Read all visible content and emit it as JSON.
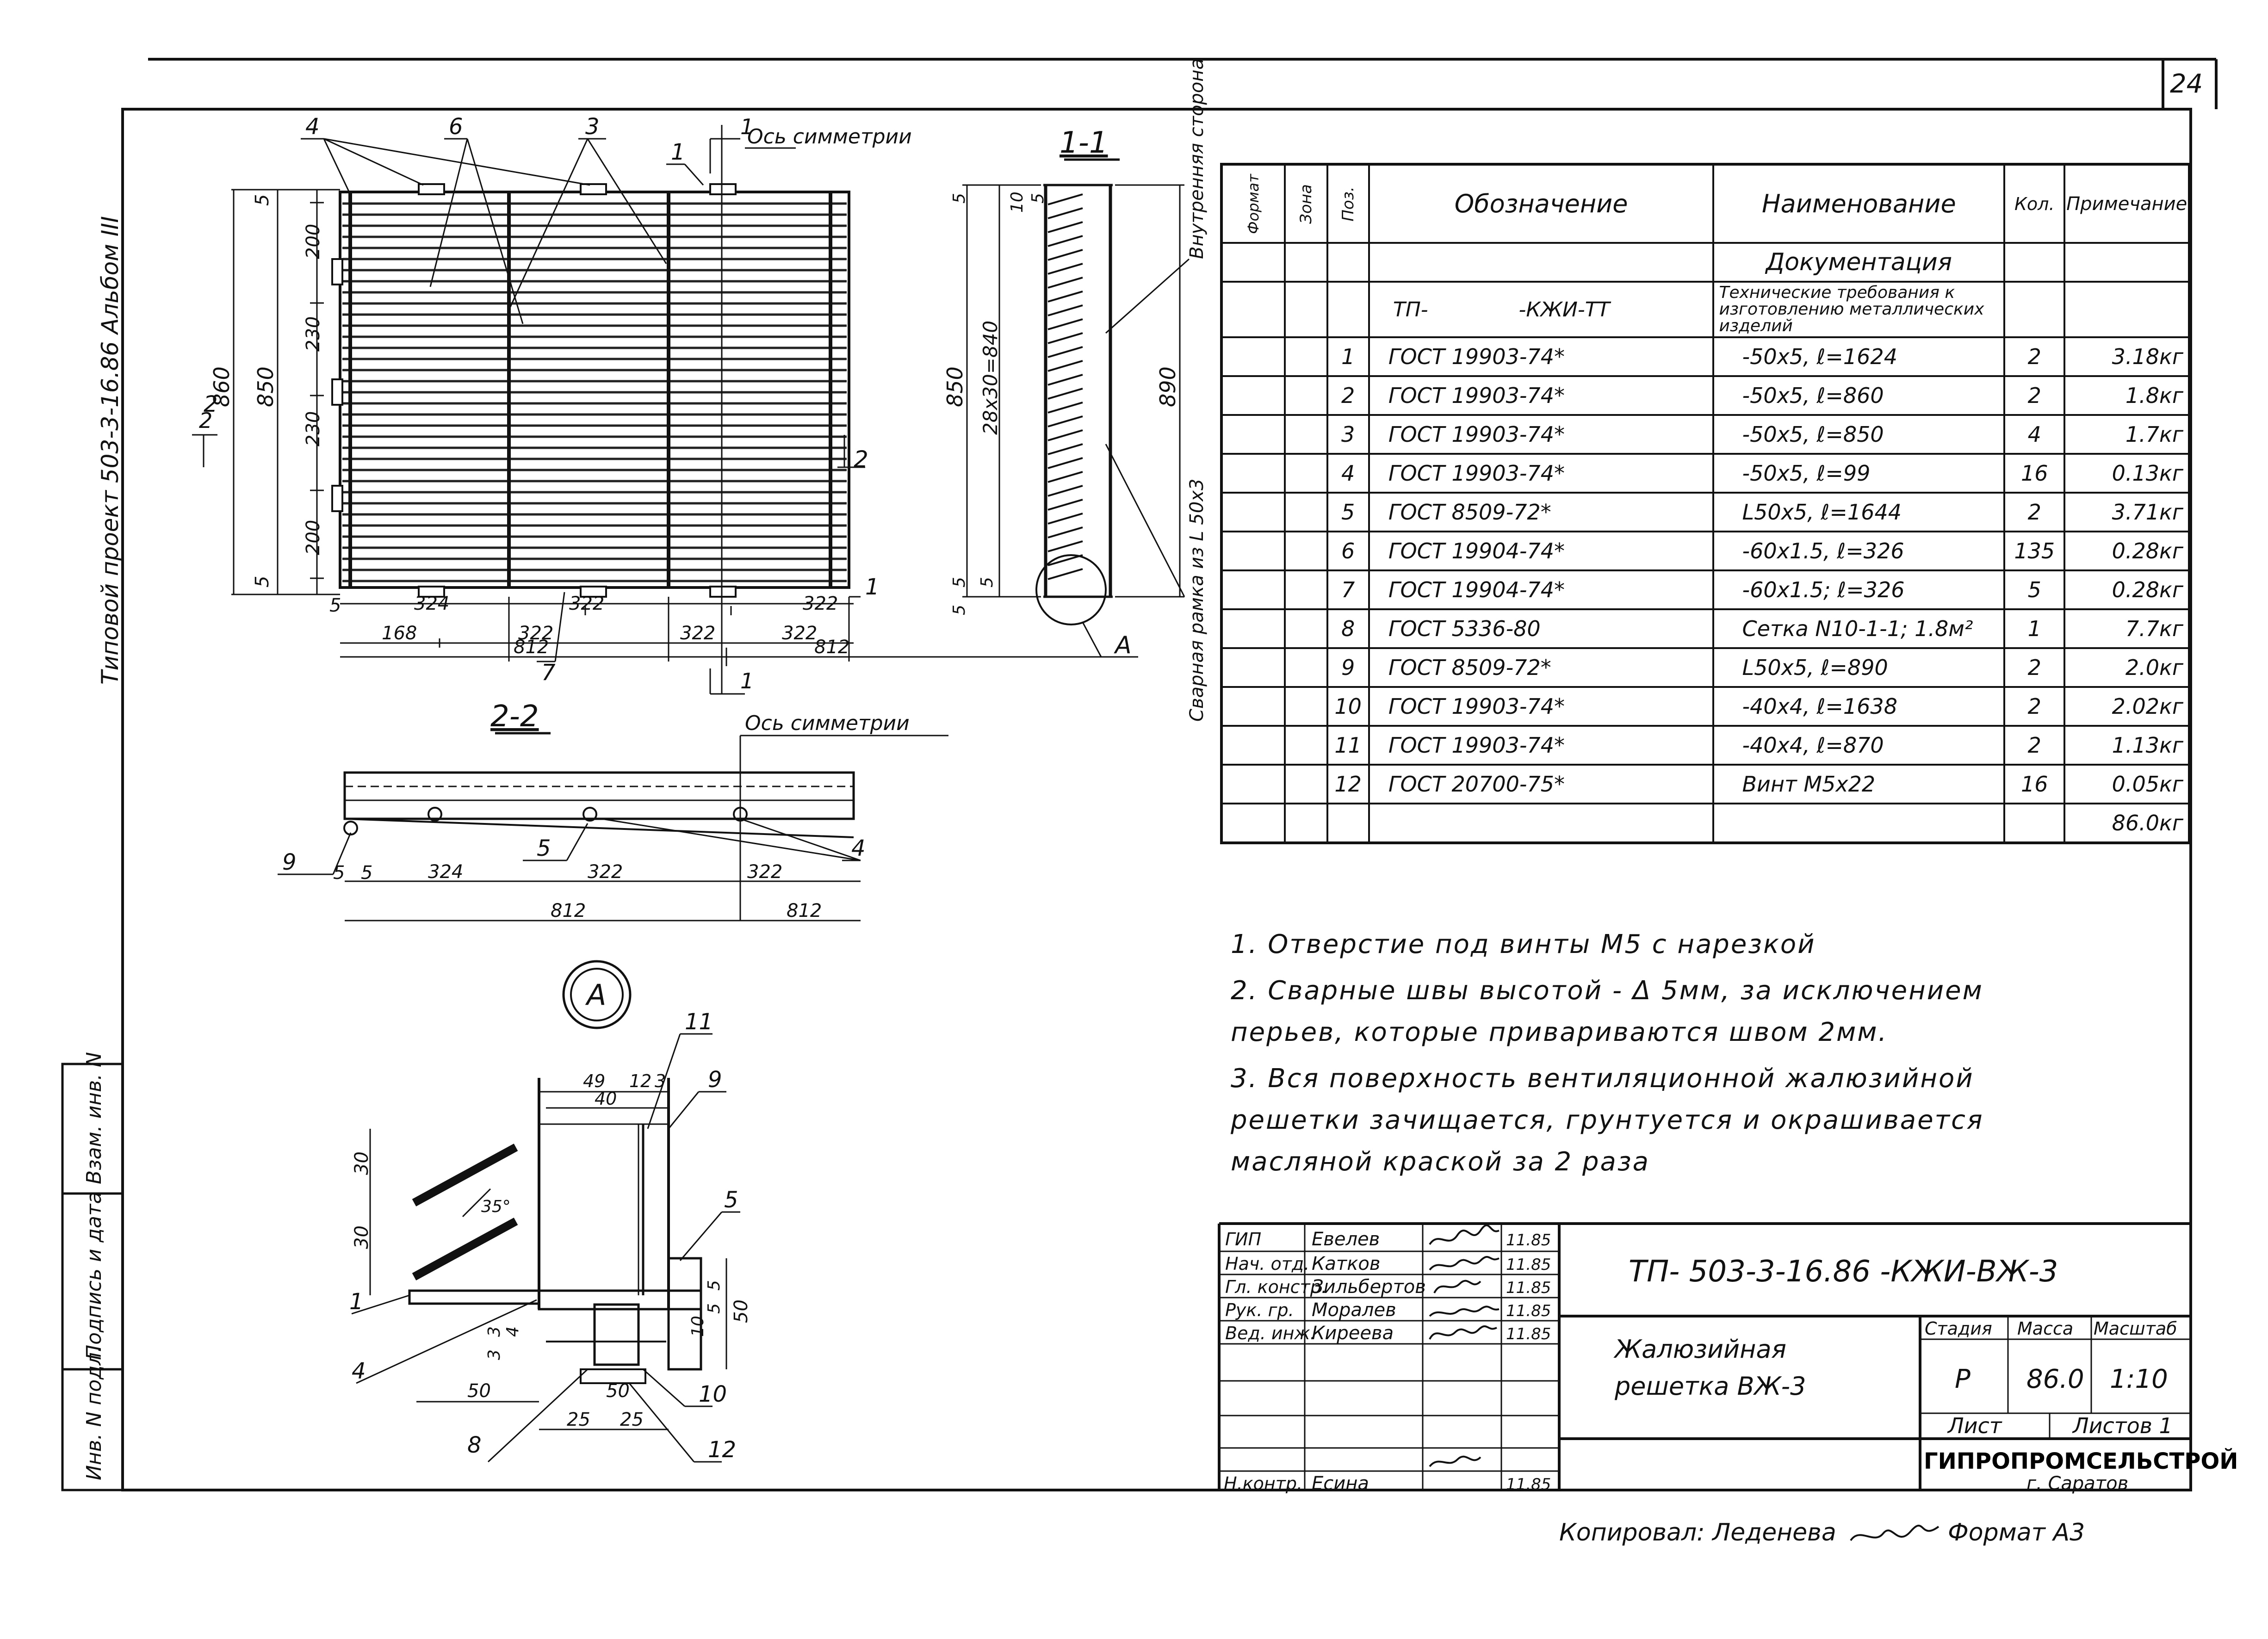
{
  "page_number": "24",
  "left_margin": {
    "vertical_top": "Типовой проект 503-3-16.86 Альбом III",
    "inv_no_orig": "Инв. N подл.",
    "sign_date": "Подпись и дата",
    "replace_inv": "Взам. инв. N"
  },
  "views": {
    "section_1_1": "1-1",
    "section_2_2": "2-2",
    "node_a": "А",
    "node_a_label": "А",
    "symmetry_axis_top": "Ось симметрии",
    "symmetry_axis_mid": "Ось симметрии",
    "cut_mark_1": "1",
    "cut_mark_2": "2",
    "inner_side": "Внутренняя сторона",
    "welded_frame": "Сварная рамка из L 50х3"
  },
  "front_dims": {
    "d5a": "5",
    "d200a": "200",
    "d230a": "230",
    "d230b": "230",
    "d200b": "200",
    "d5b": "5",
    "d860": "860",
    "d850": "850",
    "d5c": "5",
    "d324": "324",
    "d322a": "322",
    "d322b": "322",
    "d168": "168",
    "d322c": "322",
    "d322d": "322",
    "d322e": "322",
    "d812a": "812",
    "d812b": "812"
  },
  "callouts": {
    "c4": "4",
    "c6": "6",
    "c3": "3",
    "c1top": "1",
    "c2": "2",
    "c1": "1",
    "c7": "7",
    "s_c9": "9",
    "s_c5": "5",
    "s_c4": "4",
    "a_c11": "11",
    "a_c9": "9",
    "a_c5": "5",
    "a_c1": "1",
    "a_c4": "4",
    "a_c8": "8",
    "a_c10": "10",
    "a_c12": "12"
  },
  "section_dims": {
    "s5": "5",
    "s5b": "5",
    "s10": "10",
    "s28": "28х30=840",
    "s850": "850",
    "s890": "890",
    "s5c": "5",
    "s5d": "5",
    "s5e": "5"
  },
  "s22_dims": {
    "d5a": "5",
    "d5b": "5",
    "d324": "324",
    "d322": "322",
    "d322b": "322",
    "d812a": "812",
    "d812b": "812"
  },
  "node_dims": {
    "d49": "49",
    "d12": "12",
    "d3": "3",
    "d40": "40",
    "d30a": "30",
    "d35": "35°",
    "d30b": "30",
    "d5": "5",
    "d5b": "5",
    "d50v": "50",
    "d3a": "3",
    "d3b": "3",
    "d4": "4",
    "d10": "10",
    "d50a": "50",
    "d50b": "50",
    "d25a": "25",
    "d25b": "25"
  },
  "spec": {
    "headers": [
      "Формат",
      "Зона",
      "Поз.",
      "Обозначение",
      "Наименование",
      "Кол.",
      "Примечание"
    ],
    "section_title": "Документация",
    "doc_row": {
      "designation": "ТП-              -КЖИ-ТТ",
      "name": "Технические требования к изготовлению металлических изделий"
    },
    "rows": [
      {
        "pos": "1",
        "designation": "ГОСТ 19903-74*",
        "name": "-50х5,  ℓ=1624",
        "qty": "2",
        "note": "3.18кг"
      },
      {
        "pos": "2",
        "designation": "ГОСТ 19903-74*",
        "name": "-50х5,  ℓ=860",
        "qty": "2",
        "note": "1.8кг"
      },
      {
        "pos": "3",
        "designation": "ГОСТ 19903-74*",
        "name": "-50х5,  ℓ=850",
        "qty": "4",
        "note": "1.7кг"
      },
      {
        "pos": "4",
        "designation": "ГОСТ 19903-74*",
        "name": "-50х5,  ℓ=99",
        "qty": "16",
        "note": "0.13кг"
      },
      {
        "pos": "5",
        "designation": "ГОСТ 8509-72*",
        "name": "L50х5,  ℓ=1644",
        "qty": "2",
        "note": "3.71кг"
      },
      {
        "pos": "6",
        "designation": "ГОСТ 19904-74*",
        "name": "-60х1.5,  ℓ=326",
        "qty": "135",
        "note": "0.28кг"
      },
      {
        "pos": "7",
        "designation": "ГОСТ 19904-74*",
        "name": "-60х1.5;  ℓ=326",
        "qty": "5",
        "note": "0.28кг"
      },
      {
        "pos": "8",
        "designation": "ГОСТ 5336-80",
        "name": "Сетка N10-1-1; 1.8м²",
        "qty": "1",
        "note": "7.7кг"
      },
      {
        "pos": "9",
        "designation": "ГОСТ 8509-72*",
        "name": "L50х5,  ℓ=890",
        "qty": "2",
        "note": "2.0кг"
      },
      {
        "pos": "10",
        "designation": "ГОСТ 19903-74*",
        "name": "-40х4,  ℓ=1638",
        "qty": "2",
        "note": "2.02кг"
      },
      {
        "pos": "11",
        "designation": "ГОСТ 19903-74*",
        "name": "-40х4,  ℓ=870",
        "qty": "2",
        "note": "1.13кг"
      },
      {
        "pos": "12",
        "designation": "ГОСТ 20700-75*",
        "name": "Винт  М5х22",
        "qty": "16",
        "note": "0.05кг"
      }
    ],
    "total": "86.0кг"
  },
  "notes": [
    "1. Отверстие под винты М5 с нарезкой",
    "2. Сварные швы высотой - Δ 5мм, за исключением",
    "перьев, которые привариваются швом 2мм.",
    "3. Вся поверхность вентиляционной жалюзийной",
    "решетки зачищается, грунтуется и окрашивается",
    "масляной краской за 2 раза"
  ],
  "stamp": {
    "roles": [
      "ГИП",
      "Нач. отд.",
      "Гл. констр.",
      "Рук. гр.",
      "Вед. инж."
    ],
    "names": [
      "Евелев",
      "Катков",
      "Зильбертов",
      "Моралев",
      "Киреева"
    ],
    "dates": [
      "11.85",
      "11.85",
      "11.85",
      "11.85",
      "11.85"
    ],
    "n_control_role": "Н.контр.",
    "n_control_name": "Есина",
    "n_control_date": "11.85",
    "code": "ТП- 503-3-16.86 -КЖИ-ВЖ-3",
    "title_line1": "Жалюзийная",
    "title_line2": "решетка  ВЖ-3",
    "stage_label": "Стадия",
    "mass_label": "Масса",
    "scale_label": "Масштаб",
    "stage": "Р",
    "mass": "86.0",
    "scale": "1:10",
    "sheet_label": "Лист",
    "sheets_label": "Листов 1",
    "org": "ГИПРОПРОМСЕЛЬСТРОЙ",
    "city": "г. Саратов"
  },
  "footer": {
    "copied": "Копировал:  Леденева",
    "format": "Формат  А3"
  }
}
